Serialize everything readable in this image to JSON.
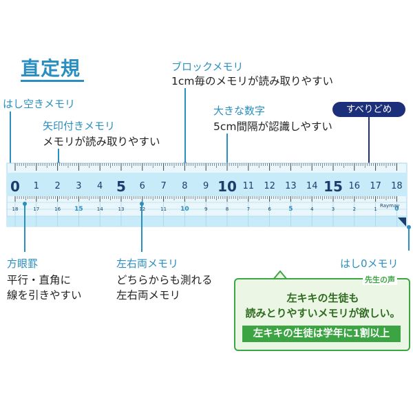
{
  "title": "直定規",
  "callouts": {
    "block": {
      "label": "ブロックメモリ",
      "desc": "1cm毎のメモリが読み取りやすい"
    },
    "edge_gap": {
      "label": "はし空きメモリ"
    },
    "arrow": {
      "label": "矢印付きメモリ",
      "desc": "メモリが読み取りやすい"
    },
    "big_numbers": {
      "label": "大きな数字",
      "desc": "5cm間隔が認識しやすい"
    },
    "anti_slip": {
      "label": "すべりどめ"
    },
    "grid": {
      "label": "方眼罫",
      "desc1": "平行・直角に",
      "desc2": "線を引きやすい"
    },
    "both_sides": {
      "label": "左右両メモリ",
      "desc1": "どちらからも測れる",
      "desc2": "左右両メモリ"
    },
    "edge_zero": {
      "label": "はし0メモリ"
    }
  },
  "ruler": {
    "top_numbers": [
      "0",
      "1",
      "2",
      "3",
      "4",
      "5",
      "6",
      "7",
      "8",
      "9",
      "10",
      "11",
      "12",
      "13",
      "14",
      "15",
      "16",
      "17",
      "18"
    ],
    "bottom_numbers": [
      "18",
      "17",
      "16",
      "15",
      "14",
      "13",
      "12",
      "11",
      "10",
      "9",
      "8",
      "7",
      "6",
      "5",
      "4",
      "3",
      "2",
      "1",
      "0"
    ],
    "brand": "Raymay",
    "colors": {
      "band": "#c7ebf8",
      "body": "#e9f7fd",
      "tick": "#444444",
      "number": "#1b3d6e",
      "accent": "#2a8fc0"
    }
  },
  "teacher_note": {
    "tag": "先生の声",
    "line1": "左キキの生徒も",
    "line2": "読みとりやすいメモリが欲しい。",
    "highlight": "左キキの生徒は学年に1割以上"
  }
}
